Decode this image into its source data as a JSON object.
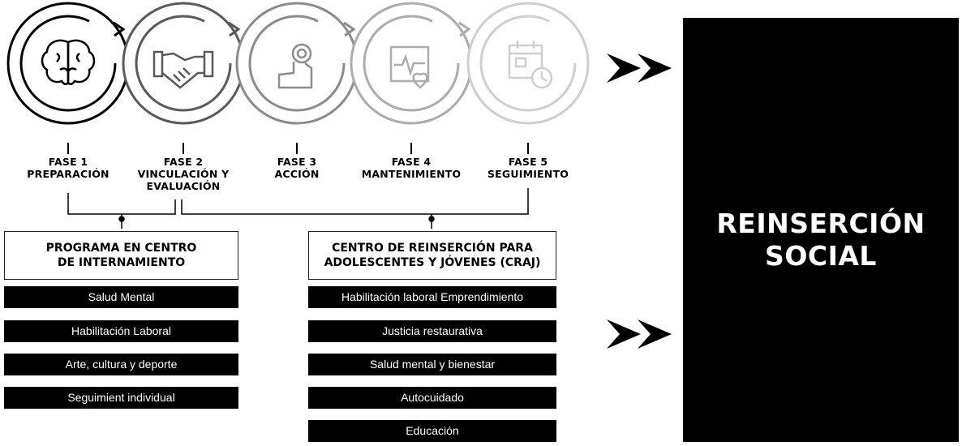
{
  "phases": [
    {
      "number": "FASE 1",
      "name_lines": [
        "PREPARACIÓN"
      ],
      "icon": "brain-icon",
      "color": "#000000"
    },
    {
      "number": "FASE 2",
      "name_lines": [
        "VINCULACIÓN Y",
        "EVALUACIÓN"
      ],
      "icon": "handshake-icon",
      "color": "#5a5a5a"
    },
    {
      "number": "FASE 3",
      "name_lines": [
        "ACCIÓN"
      ],
      "icon": "strength-icon",
      "color": "#8c8c8c"
    },
    {
      "number": "FASE 4",
      "name_lines": [
        "MANTENIMIENTO"
      ],
      "icon": "heart-monitor-icon",
      "color": "#adadad"
    },
    {
      "number": "FASE 5",
      "name_lines": [
        "SEGUIMIENTO"
      ],
      "icon": "calendar-clock-icon",
      "color": "#cfcfcf"
    }
  ],
  "programs": {
    "internment": {
      "title_lines": [
        "PROGRAMA EN  CENTRO",
        "DE INTERNAMIENTO"
      ],
      "items": [
        "Salud Mental",
        "Habilitación Laboral",
        "Arte, cultura y deporte",
        "Seguimient individual"
      ]
    },
    "craj": {
      "title_lines": [
        "CENTRO DE REINSERCIÓN PARA",
        "ADOLESCENTES Y JÓVENES (CRAJ)"
      ],
      "items": [
        "Habilitación laboral Emprendimiento",
        "Justicia restaurativa",
        "Salud mental y bienestar",
        "Autocuidado",
        "Educación"
      ]
    }
  },
  "result": {
    "title_lines": [
      "REINSERCIÓN",
      "SOCIAL"
    ],
    "background": "#000000"
  }
}
